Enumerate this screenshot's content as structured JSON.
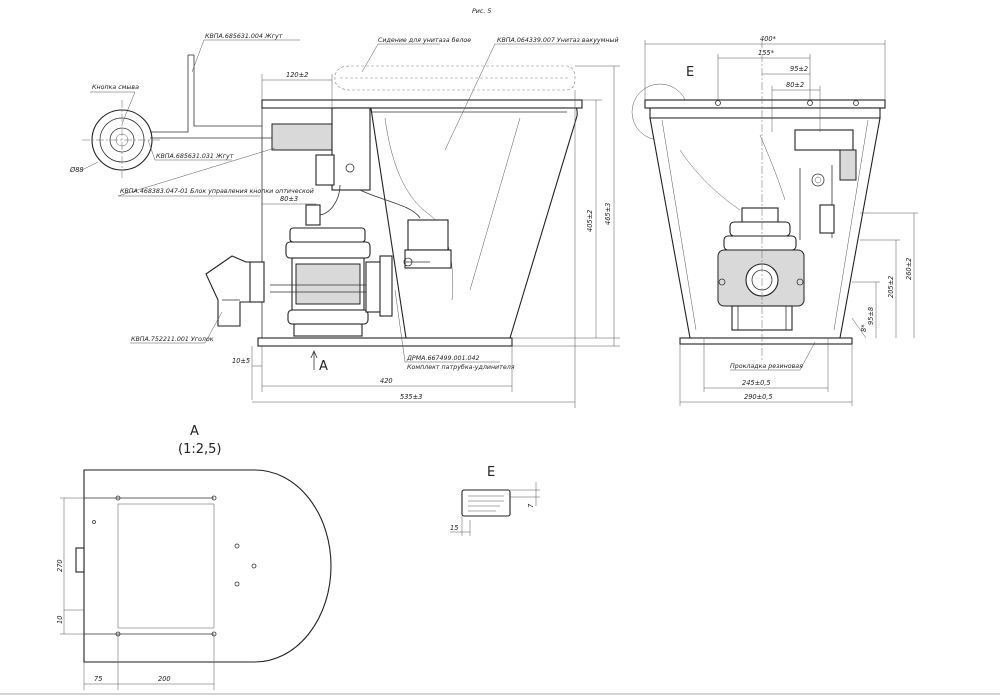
{
  "figure": {
    "title": "Рис. 5"
  },
  "side_view": {
    "callouts": {
      "harness_1": "КВПА.685631.004 Жгут",
      "seat": "Сидение для унитаза белое",
      "toilet": "КВПА.064339.007 Унитаз вакуумный",
      "flush_button": "Кнопка смыва",
      "harness_2": "КВПА.685631.031 Жгут",
      "control_block": "КВПА.468383.047-01 Блок управления кнопки оптической",
      "elbow": "КВПА.752211.001 Уголок",
      "pipe_kit_code": "ДРМА.667499.001.042",
      "pipe_kit": "Комплект патрубка-удлинителя"
    },
    "dims": {
      "d_button": "Ø88",
      "d_120": "120±2",
      "d_80": "80±3",
      "d_405": "405±2",
      "d_465": "465±3",
      "d_10": "10±5",
      "d_420": "420",
      "d_535": "535±3"
    },
    "view_arrow": "A"
  },
  "front_view": {
    "detail_marker": "E",
    "callouts": {
      "gasket": "Прокладка резиновая"
    },
    "dims": {
      "d_400": "400*",
      "d_155": "155*",
      "d_95": "95±2",
      "d_80": "80±2",
      "d_260": "260±2",
      "d_205": "205±2",
      "d_95_8": "95±8",
      "d_8": "8*",
      "d_245": "245±0,5",
      "d_290": "290±0,5"
    }
  },
  "view_a": {
    "title": "A",
    "scale": "(1:2,5)",
    "dims": {
      "d_270": "270",
      "d_10": "10",
      "d_75": "75",
      "d_200": "200"
    }
  },
  "detail_e": {
    "title": "E",
    "dims": {
      "d_15": "15",
      "d_7": "7"
    }
  }
}
